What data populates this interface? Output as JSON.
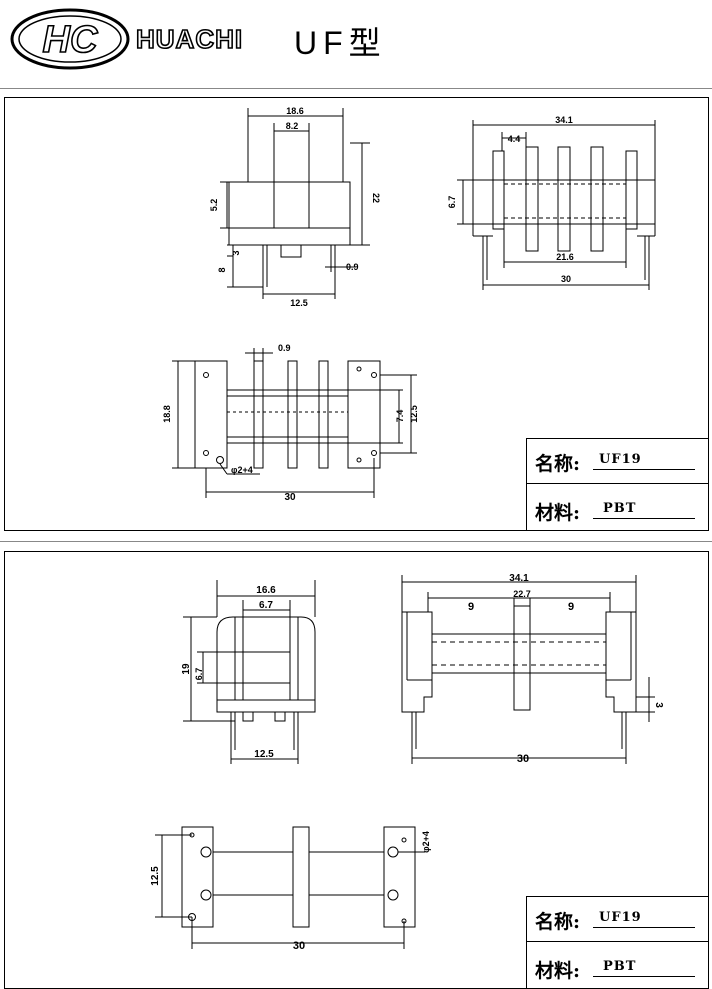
{
  "header": {
    "logo_text": "HC",
    "brand": "HUACHI",
    "model": "UF型"
  },
  "panel1": {
    "dims": {
      "front_w1": "18.6",
      "front_w2": "8.2",
      "front_h": "22",
      "front_win": "5.2",
      "front_s3": "3",
      "front_s8": "8",
      "front_pin": "0.9",
      "front_w3": "12.5",
      "side_w": "34.1",
      "side_w2": "4.4",
      "side_h": "6.7",
      "side_w3": "21.6",
      "side_w4": "30",
      "bot_w": "0.9",
      "bot_h": "18.8",
      "bot_h2": "7.4",
      "bot_h3": "12.5",
      "bot_pin": "φ2+4",
      "bot_w2": "30"
    },
    "title_block": {
      "name_label": "名称:",
      "name_value": "UF19",
      "material_label": "材料:",
      "material_value": "PBT"
    }
  },
  "panel2": {
    "dims": {
      "front_w1": "16.6",
      "front_w2": "6.7",
      "front_h": "19",
      "front_h2": "6.7",
      "front_w3": "12.5",
      "side_w": "34.1",
      "side_a": "9",
      "side_b": "22.7",
      "side_c": "9",
      "side_d": "3",
      "side_e": "30",
      "bot_h": "12.5",
      "bot_pin": "φ2+4",
      "bot_w": "30"
    },
    "title_block": {
      "name_label": "名称:",
      "name_value": "UF19",
      "material_label": "材料:",
      "material_value": "PBT"
    }
  }
}
